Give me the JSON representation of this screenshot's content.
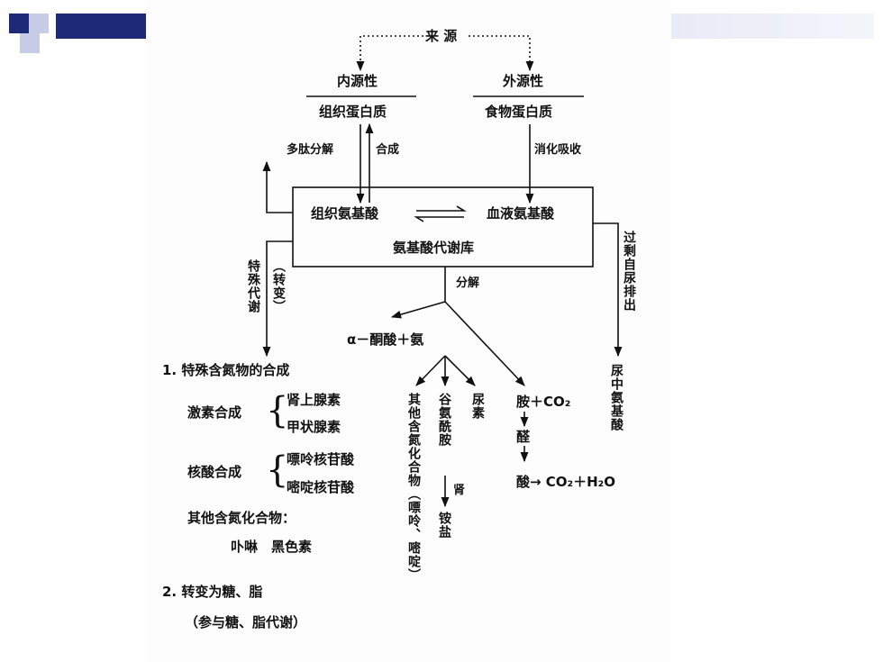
{
  "source": "来 源",
  "endogenous": "内源性",
  "exogenous": "外源性",
  "tissue_protein": "组织蛋白质",
  "food_protein": "食物蛋白质",
  "peptide_breakdown": "多肽分解",
  "synthesis": "合成",
  "digest_absorb": "消化吸收",
  "tissue_aa": "组织氨基酸",
  "blood_aa": "血液氨基酸",
  "aa_pool": "氨基酸代谢库",
  "excess_urine": "过剩自尿排出",
  "urine_aa": "尿中氨基酸",
  "special_metabolism": "特殊代谢",
  "conversion": "（转变）",
  "decompose": "分解",
  "keto_ammonia": "α－酮酸＋氨",
  "other_n_compounds_v": "其他含氮化合物（嘌呤、嘧啶）",
  "glutamine": "谷氨酰胺",
  "urea": "尿素",
  "kidney": "肾",
  "ammonium_salt": "铵盐",
  "amine_co2": "胺＋CO₂",
  "aldehyde": "醛",
  "acid_final": "酸→ CO₂＋H₂O",
  "item1": "1. 特殊含氮物的合成",
  "hormone_syn": "激素合成",
  "adrenaline": "肾上腺素",
  "thyroxine": "甲状腺素",
  "nucleic_syn": "核酸合成",
  "purine_nuc": "嘌呤核苷酸",
  "pyrimidine_nuc": "嘧啶核苷酸",
  "other_n": "其他含氮化合物：",
  "porphyrin_melanin": "卟啉　黑色素",
  "item2": "2. 转变为糖、脂",
  "item2_sub": "（参与糖、脂代谢）"
}
